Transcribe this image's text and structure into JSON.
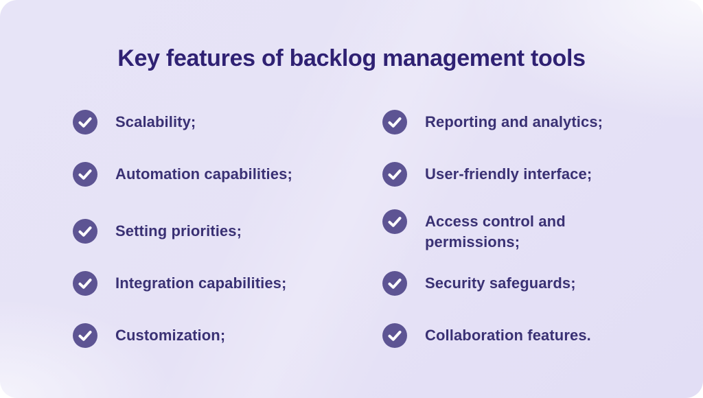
{
  "page": {
    "title": "Key features of backlog management tools"
  },
  "colors": {
    "title_text": "#2f2173",
    "item_text": "#3a3174",
    "check_circle_fill": "#5d5493",
    "check_mark": "#ffffff",
    "card_background_lavender": "#e6e2f6",
    "card_background_light": "#f6f6fb"
  },
  "features": {
    "icon": "check-icon",
    "left": [
      {
        "label": "Scalability;"
      },
      {
        "label": "Automation capabilities;"
      },
      {
        "label": "Setting priorities;"
      },
      {
        "label": "Integration capabilities;"
      },
      {
        "label": "Customization;"
      }
    ],
    "right": [
      {
        "label": "Reporting and analytics;"
      },
      {
        "label": "User-friendly interface;"
      },
      {
        "label": "Access control and permissions;"
      },
      {
        "label": "Security safeguards;"
      },
      {
        "label": "Collaboration features."
      }
    ]
  }
}
